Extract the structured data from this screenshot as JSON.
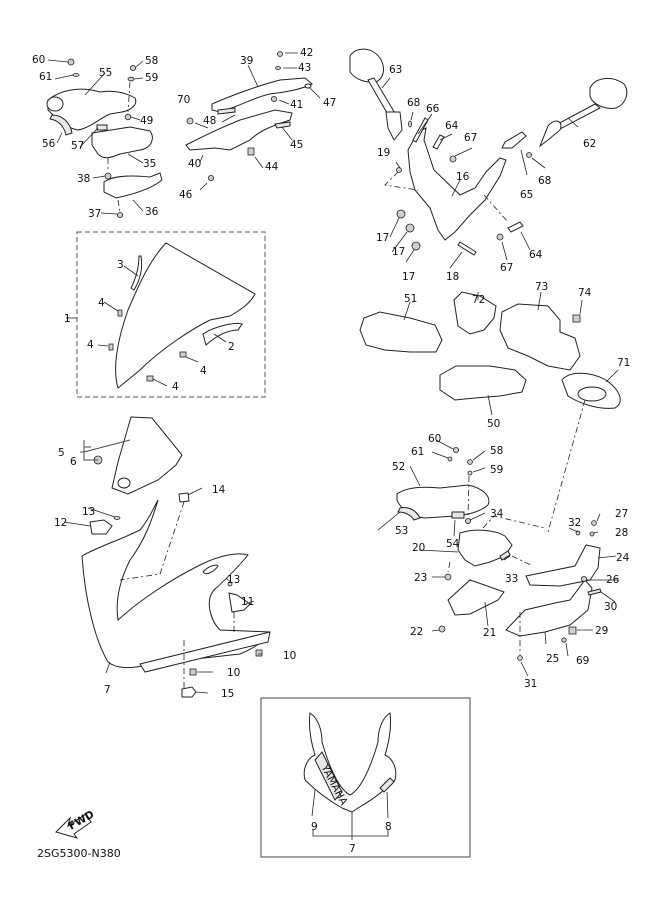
{
  "diagram": {
    "title": "Cowling parts diagram",
    "drawing_code": "2SG5300-N380",
    "fwd_label": "FWD",
    "brand_text": "YAMAHA",
    "labels": [
      {
        "id": "60a",
        "text": "60"
      },
      {
        "id": "61a",
        "text": "61"
      },
      {
        "id": "55",
        "text": "55"
      },
      {
        "id": "58a",
        "text": "58"
      },
      {
        "id": "59a",
        "text": "59"
      },
      {
        "id": "49",
        "text": "49"
      },
      {
        "id": "56",
        "text": "56"
      },
      {
        "id": "57",
        "text": "57"
      },
      {
        "id": "35",
        "text": "35"
      },
      {
        "id": "38",
        "text": "38"
      },
      {
        "id": "36",
        "text": "36"
      },
      {
        "id": "37",
        "text": "37"
      },
      {
        "id": "39",
        "text": "39"
      },
      {
        "id": "42",
        "text": "42"
      },
      {
        "id": "43",
        "text": "43"
      },
      {
        "id": "41",
        "text": "41"
      },
      {
        "id": "47",
        "text": "47"
      },
      {
        "id": "70",
        "text": "70"
      },
      {
        "id": "48",
        "text": "48"
      },
      {
        "id": "45",
        "text": "45"
      },
      {
        "id": "40",
        "text": "40"
      },
      {
        "id": "44",
        "text": "44"
      },
      {
        "id": "46",
        "text": "46"
      },
      {
        "id": "63",
        "text": "63"
      },
      {
        "id": "68a",
        "text": "68"
      },
      {
        "id": "66",
        "text": "66"
      },
      {
        "id": "64a",
        "text": "64"
      },
      {
        "id": "67a",
        "text": "67"
      },
      {
        "id": "62",
        "text": "62"
      },
      {
        "id": "68b",
        "text": "68"
      },
      {
        "id": "65",
        "text": "65"
      },
      {
        "id": "19",
        "text": "19"
      },
      {
        "id": "16",
        "text": "16"
      },
      {
        "id": "17a",
        "text": "17"
      },
      {
        "id": "17b",
        "text": "17"
      },
      {
        "id": "17c",
        "text": "17"
      },
      {
        "id": "18",
        "text": "18"
      },
      {
        "id": "67b",
        "text": "67"
      },
      {
        "id": "64b",
        "text": "64"
      },
      {
        "id": "1",
        "text": "1"
      },
      {
        "id": "3",
        "text": "3"
      },
      {
        "id": "4a",
        "text": "4"
      },
      {
        "id": "4b",
        "text": "4"
      },
      {
        "id": "4c",
        "text": "4"
      },
      {
        "id": "4d",
        "text": "4"
      },
      {
        "id": "2",
        "text": "2"
      },
      {
        "id": "51",
        "text": "51"
      },
      {
        "id": "72",
        "text": "72"
      },
      {
        "id": "73",
        "text": "73"
      },
      {
        "id": "74",
        "text": "74"
      },
      {
        "id": "71",
        "text": "71"
      },
      {
        "id": "50",
        "text": "50"
      },
      {
        "id": "5",
        "text": "5"
      },
      {
        "id": "6",
        "text": "6"
      },
      {
        "id": "14",
        "text": "14"
      },
      {
        "id": "13a",
        "text": "13"
      },
      {
        "id": "12",
        "text": "12"
      },
      {
        "id": "13b",
        "text": "13"
      },
      {
        "id": "11",
        "text": "11"
      },
      {
        "id": "10a",
        "text": "10"
      },
      {
        "id": "10b",
        "text": "10"
      },
      {
        "id": "7a",
        "text": "7"
      },
      {
        "id": "15",
        "text": "15"
      },
      {
        "id": "60b",
        "text": "60"
      },
      {
        "id": "61b",
        "text": "61"
      },
      {
        "id": "58b",
        "text": "58"
      },
      {
        "id": "59b",
        "text": "59"
      },
      {
        "id": "52",
        "text": "52"
      },
      {
        "id": "53",
        "text": "53"
      },
      {
        "id": "54",
        "text": "54"
      },
      {
        "id": "34",
        "text": "34"
      },
      {
        "id": "20",
        "text": "20"
      },
      {
        "id": "23",
        "text": "23"
      },
      {
        "id": "33",
        "text": "33"
      },
      {
        "id": "22",
        "text": "22"
      },
      {
        "id": "21",
        "text": "21"
      },
      {
        "id": "32",
        "text": "32"
      },
      {
        "id": "27",
        "text": "27"
      },
      {
        "id": "28",
        "text": "28"
      },
      {
        "id": "24",
        "text": "24"
      },
      {
        "id": "26",
        "text": "26"
      },
      {
        "id": "30",
        "text": "30"
      },
      {
        "id": "29",
        "text": "29"
      },
      {
        "id": "25",
        "text": "25"
      },
      {
        "id": "69",
        "text": "69"
      },
      {
        "id": "31",
        "text": "31"
      },
      {
        "id": "9",
        "text": "9"
      },
      {
        "id": "8",
        "text": "8"
      },
      {
        "id": "7b",
        "text": "7"
      }
    ]
  }
}
